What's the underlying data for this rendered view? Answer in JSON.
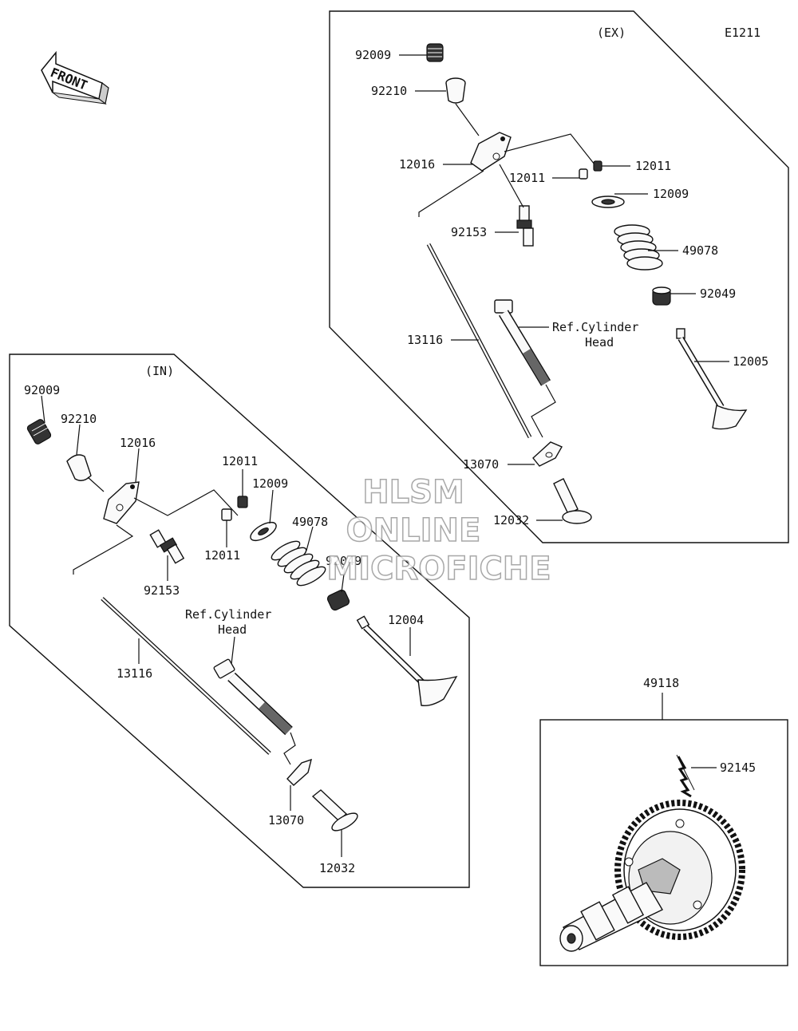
{
  "diagram_code": "E1211",
  "front_label": "FRONT",
  "watermark": {
    "line1": "HLSM",
    "line2": "ONLINE",
    "line3": "MICROFICHE"
  },
  "ex_section": {
    "title": "(EX)",
    "parts": {
      "p92009": "92009",
      "p92210": "92210",
      "p12016": "12016",
      "p12011_a": "12011",
      "p12011_b": "12011",
      "p12009": "12009",
      "p92153": "92153",
      "p49078": "49078",
      "p92049": "92049",
      "p13116": "13116",
      "p12005": "12005",
      "p13070": "13070",
      "p12032": "12032"
    },
    "ref_line1": "Ref.Cylinder",
    "ref_line2": "Head"
  },
  "in_section": {
    "title": "(IN)",
    "parts": {
      "p92009": "92009",
      "p92210": "92210",
      "p12016": "12016",
      "p12011_a": "12011",
      "p12011_b": "12011",
      "p12009": "12009",
      "p49078": "49078",
      "p92049": "92049",
      "p92153": "92153",
      "p12004": "12004",
      "p13116": "13116",
      "p13070": "13070",
      "p12032": "12032"
    },
    "ref_line1": "Ref.Cylinder",
    "ref_line2": "Head"
  },
  "camshaft_section": {
    "assembly": "49118",
    "spring": "92145"
  }
}
